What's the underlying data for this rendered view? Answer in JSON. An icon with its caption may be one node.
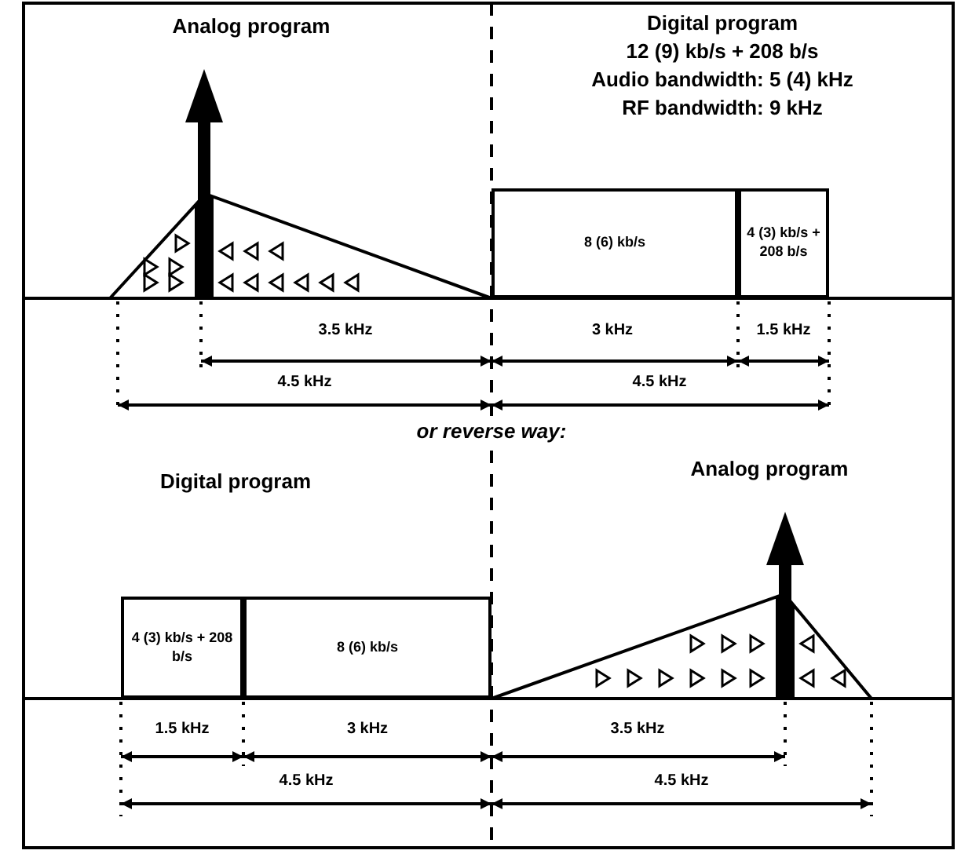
{
  "diagram": {
    "nodes": [
      {
        "text": [
          "8 (6) kb/s"
        ]
      },
      {
        "text": [
          "4 (3) kb/s + 208 b/s"
        ]
      },
      {
        "text": [
          "4 (3) kb/s + 208 b/s"
        ]
      },
      {
        "text": [
          "8 (6) kb/s"
        ]
      }
    ],
    "labels": [
      "Analog program",
      "Digital program",
      "12 (9) kb/s + 208 b/s",
      "Audio bandwidth: 5 (4) kHz",
      "RF bandwidth: 9 kHz",
      "3.5 kHz",
      "3 kHz",
      "1.5 kHz",
      "4.5 kHz",
      "4.5 kHz",
      "or reverse way:",
      "Digital program",
      "Analog program",
      "1.5 kHz",
      "3 kHz",
      "3.5 kHz",
      "4.5 kHz",
      "4.5 kHz"
    ]
  }
}
